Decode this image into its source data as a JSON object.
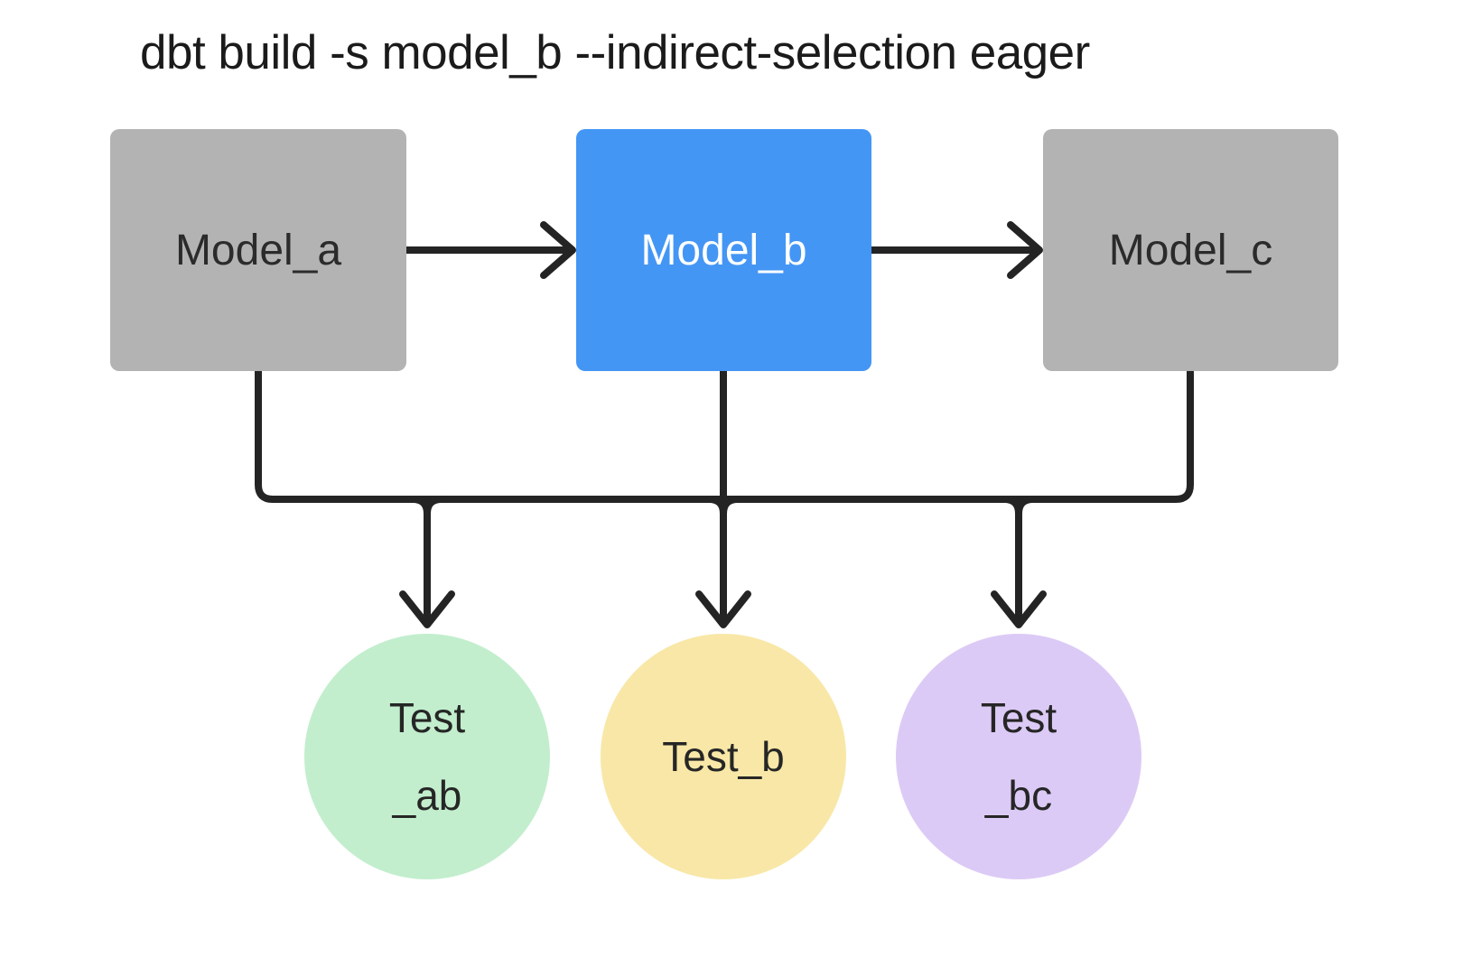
{
  "title": "dbt build -s model_b --indirect-selection eager",
  "colors": {
    "background": "#FFFFFF",
    "model_gray": "#B3B3B3",
    "model_blue": "#4496F5",
    "test_green": "#C2EECD",
    "test_yellow": "#F8E7A7",
    "test_purple": "#DCCAF6",
    "line": "#242424",
    "title_text": "#1B1B1B",
    "box_text_dark": "#2B2B2B",
    "box_text_light": "#FFFFFF",
    "circle_text": "#262626"
  },
  "nodes": {
    "model_a": {
      "label": "Model_a",
      "fill": "#B3B3B3"
    },
    "model_b": {
      "label": "Model_b",
      "fill": "#4496F5"
    },
    "model_c": {
      "label": "Model_c",
      "fill": "#B3B3B3"
    },
    "test_ab": {
      "label_line1": "Test",
      "label_line2": "_ab",
      "fill": "#C2EECD"
    },
    "test_b": {
      "label": "Test_b",
      "fill": "#F8E7A7"
    },
    "test_bc": {
      "label_line1": "Test",
      "label_line2": "_bc",
      "fill": "#DCCAF6"
    }
  },
  "edges": {
    "model_arrows": [
      {
        "from": "model_a",
        "to": "model_b"
      },
      {
        "from": "model_b",
        "to": "model_c"
      }
    ],
    "shared_bus": {
      "sources": [
        "model_a",
        "model_b",
        "model_c"
      ],
      "targets": [
        "test_ab",
        "test_b",
        "test_bc"
      ]
    }
  }
}
